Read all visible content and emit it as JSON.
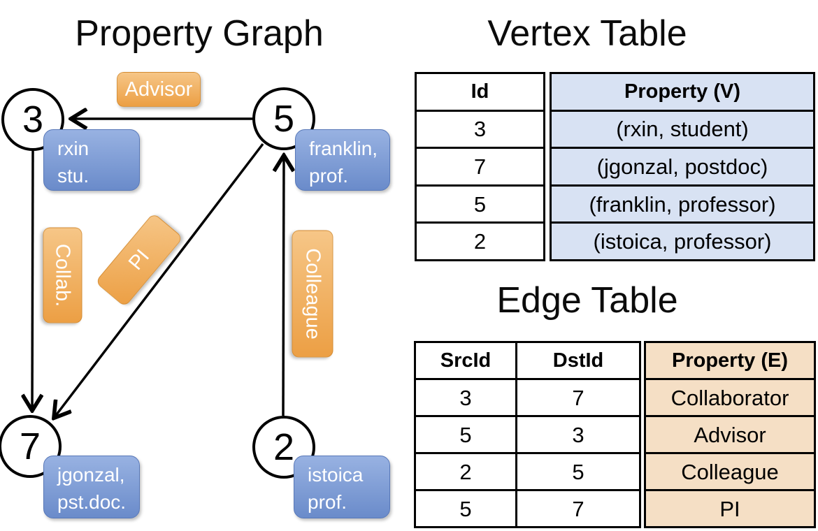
{
  "graph": {
    "title": "Property Graph",
    "nodes": [
      {
        "id": "3",
        "lines": [
          "rxin",
          "stu."
        ]
      },
      {
        "id": "5",
        "lines": [
          "franklin,",
          "prof."
        ]
      },
      {
        "id": "7",
        "lines": [
          "jgonzal,",
          "pst.doc."
        ]
      },
      {
        "id": "2",
        "lines": [
          "istoica",
          "prof."
        ]
      }
    ],
    "edge_labels": {
      "advisor": "Advisor",
      "collab": "Collab.",
      "pi": "PI",
      "colleague": "Colleague"
    }
  },
  "vertex_table": {
    "title": "Vertex Table",
    "columns": [
      "Id",
      "Property (V)"
    ],
    "rows": [
      [
        "3",
        "(rxin, student)"
      ],
      [
        "7",
        "(jgonzal, postdoc)"
      ],
      [
        "5",
        "(franklin, professor)"
      ],
      [
        "2",
        "(istoica, professor)"
      ]
    ]
  },
  "edge_table": {
    "title": "Edge Table",
    "columns": [
      "SrcId",
      "DstId",
      "Property (E)"
    ],
    "rows": [
      [
        "3",
        "7",
        "Collaborator"
      ],
      [
        "5",
        "3",
        "Advisor"
      ],
      [
        "2",
        "5",
        "Colleague"
      ],
      [
        "5",
        "7",
        "PI"
      ]
    ]
  },
  "colors": {
    "edge_label_orange_light": "#f6c687",
    "edge_label_orange_dark": "#ec9f44",
    "vertex_label_blue_light": "#98b2e2",
    "vertex_label_blue_dark": "#6a8bca",
    "vertex_table_fill": "#d8e2f3",
    "edge_table_fill": "#f5dfc5",
    "line_color": "#000000"
  }
}
